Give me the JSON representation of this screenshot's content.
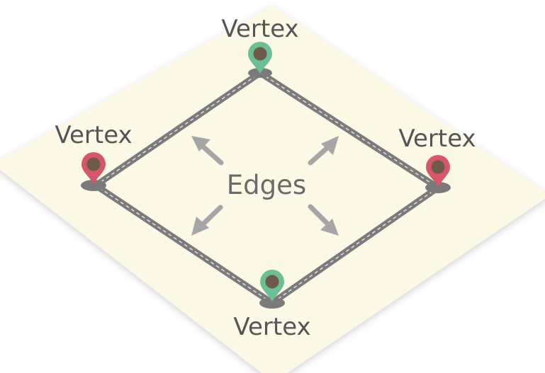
{
  "diagram": {
    "edges_label": "Edges",
    "vertices": [
      {
        "id": "top",
        "label": "Vertex",
        "pin": "green"
      },
      {
        "id": "left",
        "label": "Vertex",
        "pin": "red"
      },
      {
        "id": "right",
        "label": "Vertex",
        "pin": "red"
      },
      {
        "id": "bottom",
        "label": "Vertex",
        "pin": "green"
      }
    ],
    "edges": [
      {
        "from": "left",
        "to": "top"
      },
      {
        "from": "top",
        "to": "right"
      },
      {
        "from": "right",
        "to": "bottom"
      },
      {
        "from": "bottom",
        "to": "left"
      }
    ],
    "arrows": [
      "up-left",
      "up-right",
      "down-left",
      "down-right"
    ]
  },
  "colors": {
    "plane": "#fbf9e6",
    "road": "#7b7b7b",
    "road_dash": "#eeeeee",
    "pin_green": "#6cbf95",
    "pin_red": "#d6566a",
    "pin_core": "#6e5a48",
    "pin_shadow": "#7a7a7a",
    "arrow": "#a6a6a6"
  }
}
